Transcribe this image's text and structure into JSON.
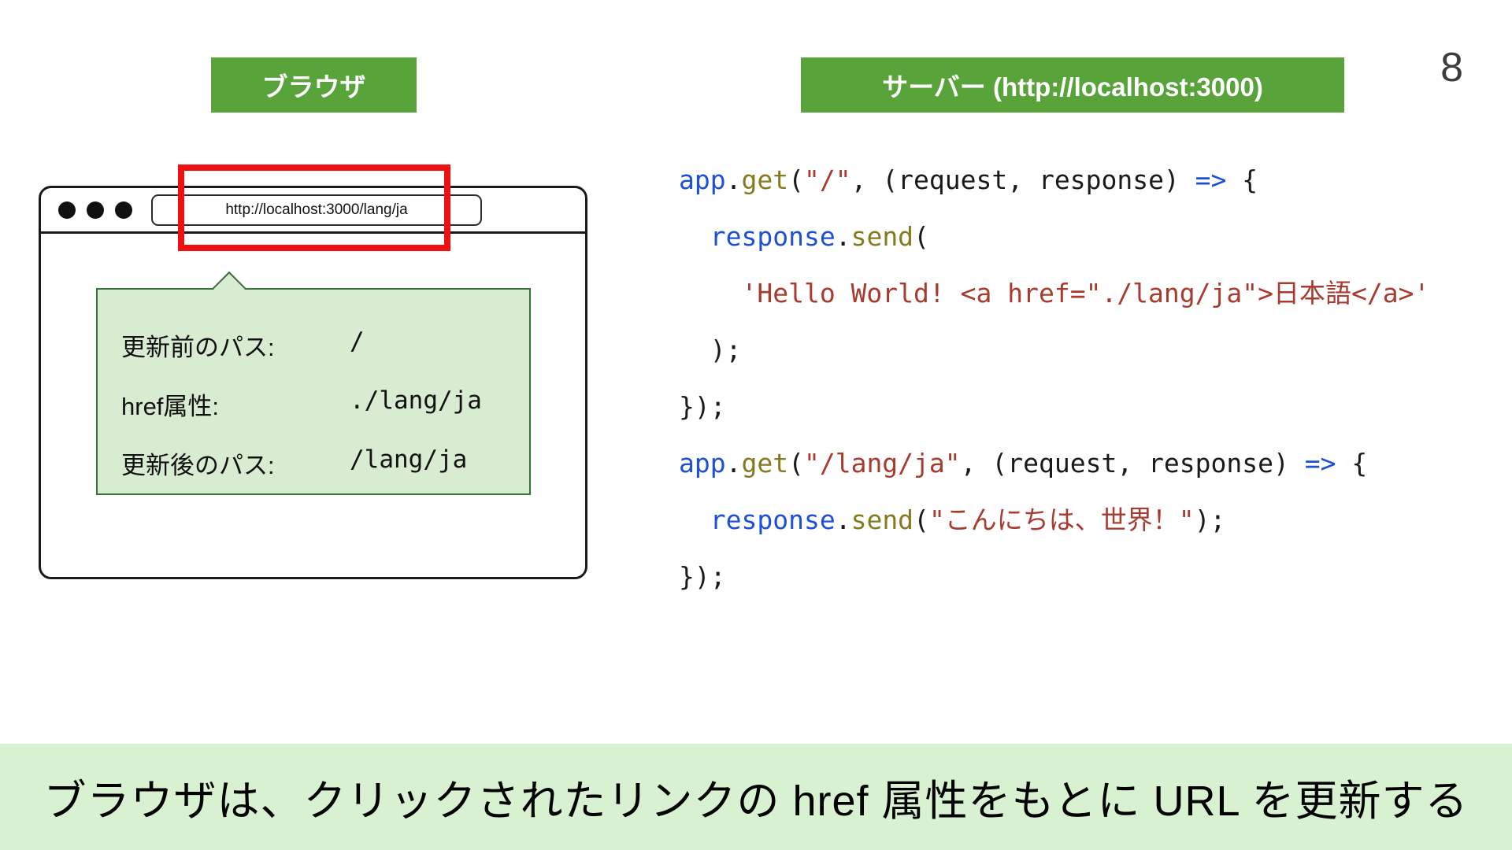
{
  "page": {
    "number": "8"
  },
  "labels": {
    "browser": "ブラウザ",
    "server": "サーバー (http://localhost:3000)"
  },
  "browser_window": {
    "url": "http://localhost:3000/lang/ja"
  },
  "tooltip": {
    "rows": [
      {
        "label": "更新前のパス:",
        "value": "/"
      },
      {
        "label": "href属性:",
        "value": "./lang/ja"
      },
      {
        "label": "更新後のパス:",
        "value": "/lang/ja"
      }
    ]
  },
  "code": {
    "lines": [
      [
        {
          "t": "app",
          "c": "blue"
        },
        {
          "t": ".",
          "c": "plain"
        },
        {
          "t": "get",
          "c": "olive"
        },
        {
          "t": "(",
          "c": "plain"
        },
        {
          "t": "\"/\"",
          "c": "string"
        },
        {
          "t": ", (request, response) ",
          "c": "plain"
        },
        {
          "t": "=>",
          "c": "blue"
        },
        {
          "t": " {",
          "c": "plain"
        }
      ],
      [
        {
          "t": "  ",
          "c": "plain"
        },
        {
          "t": "response",
          "c": "blue"
        },
        {
          "t": ".",
          "c": "plain"
        },
        {
          "t": "send",
          "c": "olive"
        },
        {
          "t": "(",
          "c": "plain"
        }
      ],
      [
        {
          "t": "    ",
          "c": "plain"
        },
        {
          "t": "'Hello World! <a href=\"./lang/ja\">日本語</a>'",
          "c": "string"
        }
      ],
      [
        {
          "t": "  );",
          "c": "plain"
        }
      ],
      [
        {
          "t": "});",
          "c": "plain"
        }
      ],
      [
        {
          "t": "app",
          "c": "blue"
        },
        {
          "t": ".",
          "c": "plain"
        },
        {
          "t": "get",
          "c": "olive"
        },
        {
          "t": "(",
          "c": "plain"
        },
        {
          "t": "\"/lang/ja\"",
          "c": "string"
        },
        {
          "t": ", (request, response) ",
          "c": "plain"
        },
        {
          "t": "=>",
          "c": "blue"
        },
        {
          "t": " {",
          "c": "plain"
        }
      ],
      [
        {
          "t": "  ",
          "c": "plain"
        },
        {
          "t": "response",
          "c": "blue"
        },
        {
          "t": ".",
          "c": "plain"
        },
        {
          "t": "send",
          "c": "olive"
        },
        {
          "t": "(",
          "c": "plain"
        },
        {
          "t": "\"こんにちは、世界！\"",
          "c": "string"
        },
        {
          "t": ");",
          "c": "plain"
        }
      ],
      [
        {
          "t": "});",
          "c": "plain"
        }
      ]
    ]
  },
  "banner": {
    "text": "ブラウザは、クリックされたリンクの href 属性をもとに URL を更新する"
  },
  "colors": {
    "blue": "#1d4fd7",
    "olive": "#857a1e",
    "string": "#a93a2e",
    "plain": "#1a1a1a",
    "label_green": "#58a33a",
    "label_text": "#ffffff",
    "tooltip_bg": "#d7ecd1",
    "tooltip_border": "#3a703a",
    "highlight_red": "#ee1111",
    "banner_bg": "#d8f1d0",
    "window_border": "#1a1a1a"
  }
}
